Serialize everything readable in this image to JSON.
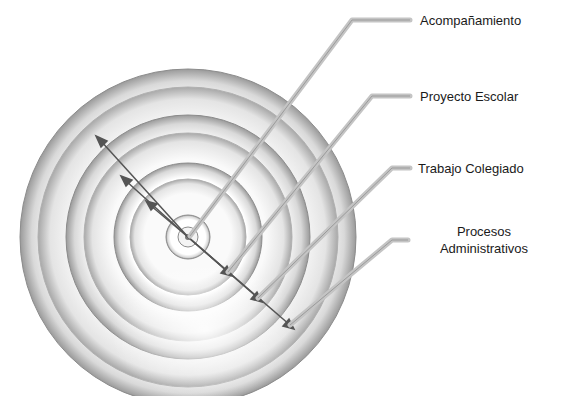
{
  "diagram": {
    "labels": [
      "Acompañamiento",
      "Proyecto Escolar",
      "Trabajo Colegiado",
      "Procesos Administrativos"
    ]
  }
}
